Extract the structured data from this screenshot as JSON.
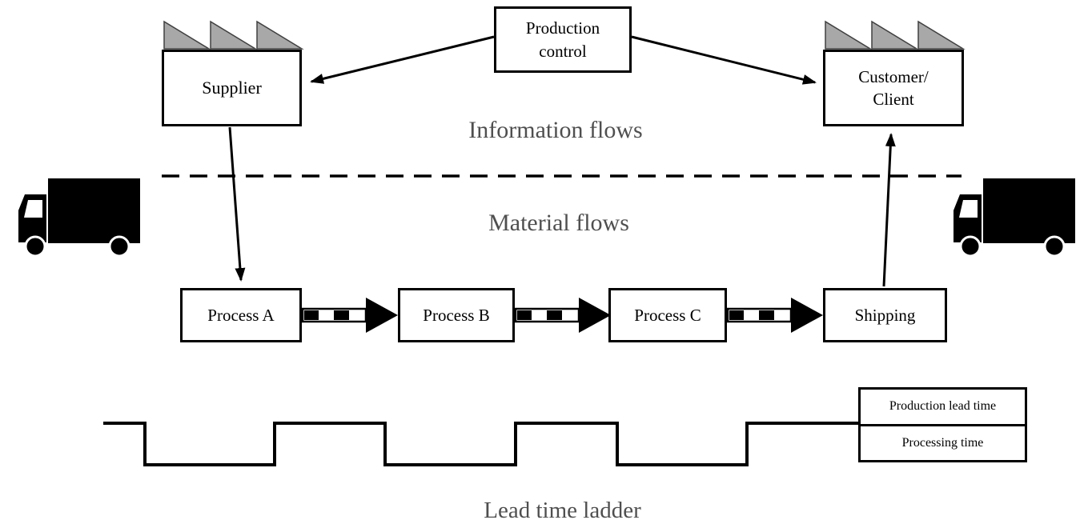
{
  "diagram_type": "value-stream-map",
  "colors": {
    "line": "#000000",
    "roof_fill": "#a8a8a8",
    "roof_stroke": "#404040",
    "section_label_gray": "#4f4f4f",
    "background": "#ffffff"
  },
  "nodes": {
    "production_control": {
      "lines": [
        "Production",
        "control"
      ]
    },
    "supplier": {
      "label": "Supplier"
    },
    "customer": {
      "lines": [
        "Customer/",
        "Client"
      ]
    },
    "process_a": {
      "label": "Process A"
    },
    "process_b": {
      "label": "Process B"
    },
    "process_c": {
      "label": "Process C"
    },
    "shipping": {
      "label": "Shipping"
    }
  },
  "sections": {
    "information_flows": "Information flows",
    "material_flows": "Material flows",
    "lead_time_ladder": "Lead time ladder"
  },
  "legend": {
    "rows": [
      "Production lead time",
      "Processing time"
    ]
  },
  "icons": [
    "factory-roof-icon (supplier)",
    "factory-roof-icon (customer)",
    "truck-icon (left)",
    "truck-icon (right)",
    "push-arrow-icon (x3)",
    "information-arrow-icon (x2)",
    "material-arrow-icon (x2)"
  ]
}
